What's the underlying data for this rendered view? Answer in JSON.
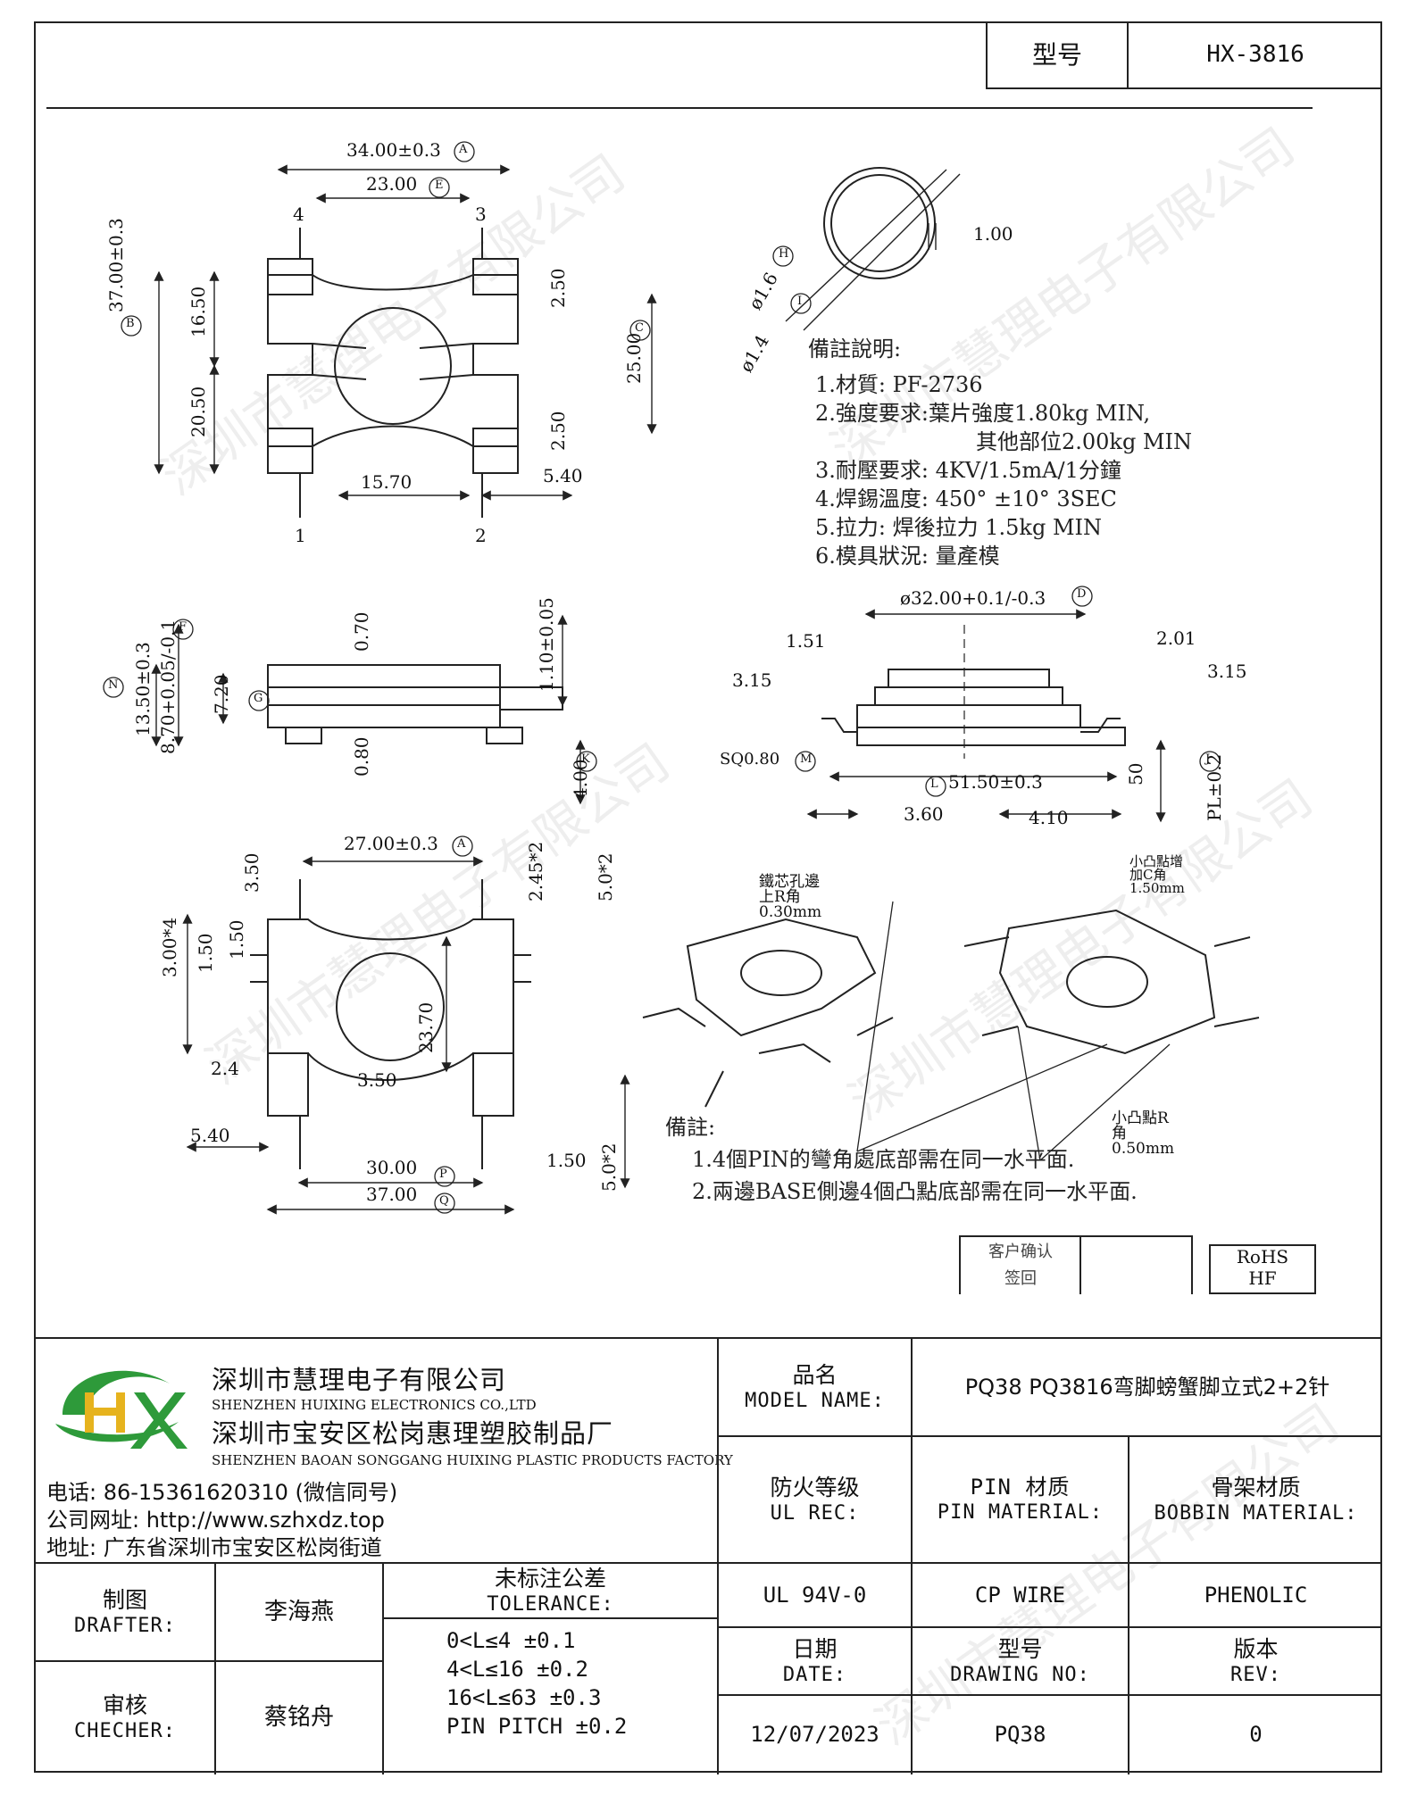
{
  "header": {
    "model_label": "型号",
    "model_value": "HX-3816"
  },
  "top_view": {
    "dims": [
      "34.00±0.3",
      "23.00",
      "37.00±0.3",
      "16.50",
      "20.50",
      "2.50",
      "2.50",
      "25.00",
      "15.70",
      "5.40"
    ],
    "pins": [
      "4",
      "3",
      "1",
      "2"
    ],
    "circles": [
      "A",
      "E",
      "B",
      "C"
    ]
  },
  "pin_detail": {
    "dims": [
      "1.00",
      "ø1.6",
      "ø1.4"
    ],
    "circles": [
      "H",
      "I"
    ]
  },
  "notes_top": {
    "title": "備註說明:",
    "items": [
      "1.材質: PF-2736",
      "2.強度要求:葉片強度1.80kg MIN,",
      "其他部位2.00kg MIN",
      "3.耐壓要求: 4KV/1.5mA/1分鐘",
      "4.焊錫溫度: 450° ±10° 3SEC",
      "5.拉力: 焊後拉力 1.5kg MIN",
      "6.模具狀況: 量產模"
    ]
  },
  "side_view": {
    "dims": [
      "13.50±0.3",
      "8.70+0.05/-0.1",
      "7.20",
      "0.70",
      "0.80",
      "1.10±0.05",
      "4.00"
    ],
    "circles": [
      "N",
      "F",
      "G",
      "K"
    ]
  },
  "front_view": {
    "dims": [
      "ø32.00+0.1/-0.3",
      "1.51",
      "2.01",
      "3.15",
      "3.15",
      "SQ0.80",
      "51.50±0.3",
      "3.60",
      "4.10",
      "50",
      "PL±0.2"
    ],
    "circles": [
      "D",
      "M",
      "L",
      "J"
    ]
  },
  "bottom_view": {
    "dims": [
      "27.00±0.3",
      "3.50",
      "2.45*2",
      "5.0*2",
      "3.00*4",
      "1.50",
      "1.50",
      "23.70",
      "2.4",
      "3.50",
      "5.40",
      "30.00",
      "37.00",
      "1.50",
      "5.0*2"
    ],
    "circles": [
      "A",
      "P",
      "Q"
    ]
  },
  "iso_view": {
    "callouts": [
      "鐵芯孔邊上R角0.30mm",
      "小凸點增加C角1.50mm",
      "小凸點R角0.50mm"
    ]
  },
  "notes_bottom": {
    "title": "備註:",
    "items": [
      "1.4個PIN的彎角處底部需在同一水平面.",
      "2.兩邊BASE側邊4個凸點底部需在同一水平面."
    ]
  },
  "customer_box": {
    "label_1": "客户确认",
    "label_2": "签回"
  },
  "rohs": {
    "line_1": "RoHS",
    "line_2": "HF"
  },
  "company": {
    "logo_text": "HX",
    "name_cn": "深圳市慧理电子有限公司",
    "name_en": "SHENZHEN HUIXING ELECTRONICS CO.,LTD",
    "factory_cn": "深圳市宝安区松岗惠理塑胶制品厂",
    "factory_en": "SHENZHEN BAOAN SONGGANG HUIXING PLASTIC PRODUCTS FACTORY",
    "phone": "电话: 86-15361620310 (微信同号)",
    "website": "公司网址: http://www.szhxdz.top",
    "address": "地址: 广东省深圳市宝安区松岗街道"
  },
  "title_block": {
    "model_name_cn": "品名",
    "model_name_en": "MODEL NAME:",
    "model_name_value": "PQ38 PQ3816弯脚螃蟹脚立式2+2针",
    "ul_cn": "防火等级",
    "ul_en": "UL REC:",
    "ul_value": "UL 94V-0",
    "pin_cn": "PIN 材质",
    "pin_en": "PIN MATERIAL:",
    "pin_value": "CP WIRE",
    "bobbin_cn": "骨架材质",
    "bobbin_en": "BOBBIN MATERIAL:",
    "bobbin_value": "PHENOLIC",
    "drafter_cn": "制图",
    "drafter_en": "DRAFTER:",
    "drafter_value": "李海燕",
    "checker_cn": "审核",
    "checker_en": "CHECHER:",
    "checker_value": "蔡铭舟",
    "tol_cn": "未标注公差",
    "tol_en": "TOLERANCE:",
    "tol_lines": [
      "0<L≤4 ±0.1",
      "4<L≤16 ±0.2",
      "16<L≤63 ±0.3",
      "PIN PITCH ±0.2"
    ],
    "date_cn": "日期",
    "date_en": "DATE:",
    "date_value": "12/07/2023",
    "drawing_cn": "型号",
    "drawing_en": "DRAWING NO:",
    "drawing_value": "PQ38",
    "rev_cn": "版本",
    "rev_en": "REV:",
    "rev_value": "0"
  },
  "watermark": "深圳市慧理电子有限公司",
  "colors": {
    "logo_green": "#2e9a3a",
    "logo_yellow": "#e6b31e",
    "line": "#222222"
  }
}
